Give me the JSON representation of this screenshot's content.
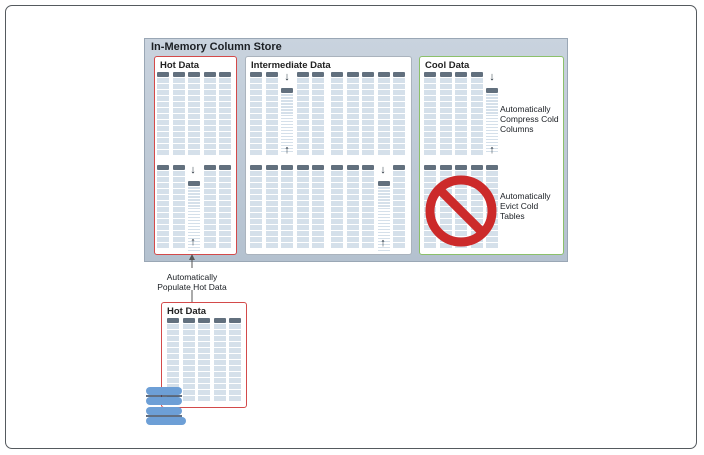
{
  "store": {
    "title": "In-Memory Column Store"
  },
  "panels": {
    "hot": {
      "title": "Hot Data"
    },
    "intermediate": {
      "title": "Intermediate Data"
    },
    "cool": {
      "title": "Cool Data"
    }
  },
  "annotations": {
    "compress": "Automatically Compress Cold Columns",
    "evict": "Automatically Evict Cold Tables",
    "populate": "Automatically Populate Hot Data"
  },
  "disk_table": {
    "title": "Hot Data"
  },
  "icons": {
    "prohibit": "prohibit-icon",
    "database": "database-icon",
    "arrow_up": "arrow-up-icon",
    "arrow_down": "arrow-down-icon"
  },
  "colors": {
    "hot_border": "#d34a4a",
    "cool_border": "#8cc06b",
    "column_header": "#62707e",
    "column_cell": "#d5e0ea",
    "prohibit": "#cc2a2a",
    "database": "#6d9fd6"
  }
}
